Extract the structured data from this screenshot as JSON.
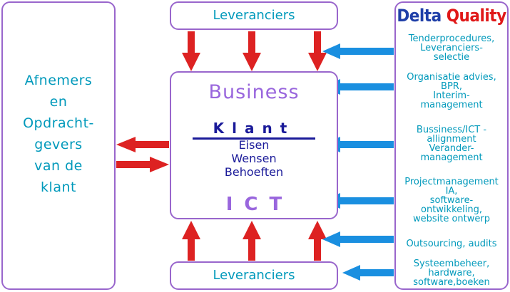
{
  "left": {
    "lines": [
      "Afnemers",
      "en",
      "Opdracht-",
      "gevers",
      "van de",
      "klant"
    ]
  },
  "suppliers": {
    "top_label": "Leveranciers",
    "bottom_label": "Leveranciers"
  },
  "center": {
    "business": "Business",
    "klant": "Klant",
    "needs": [
      "Eisen",
      "Wensen",
      "Behoeften"
    ],
    "ict": "ICT"
  },
  "right": {
    "logo_delta": "Delta",
    "logo_quality": "Quality",
    "services": [
      [
        "Tenderprocedures,",
        "Leveranciers-",
        "selectie"
      ],
      [
        "Organisatie advies,",
        "BPR,",
        "Interim-",
        "management"
      ],
      [
        "Bussiness/ICT -",
        "allignment",
        "Verander-",
        "management"
      ],
      [
        "Projectmanagement",
        "IA,",
        "software-",
        "ontwikkeling,",
        "website ontwerp"
      ],
      [
        "Outsourcing, audits"
      ],
      [
        "Systeembeheer,",
        "hardware,",
        "software,boeken"
      ]
    ]
  },
  "colors": {
    "border": "#9966cc",
    "red_arrow": "#dd2222",
    "blue_arrow": "#1a8fe0"
  }
}
